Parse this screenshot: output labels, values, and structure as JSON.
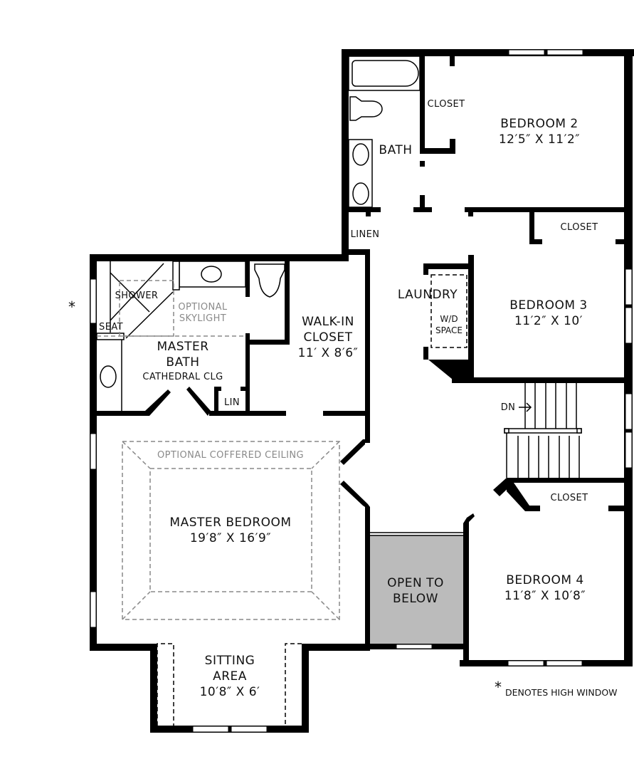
{
  "plan": {
    "rooms": {
      "bedroom2": {
        "name": "BEDROOM 2",
        "size": "12′5″ X 11′2″"
      },
      "bedroom3": {
        "name": "BEDROOM 3",
        "size": "11′2″ X 10′"
      },
      "bedroom4": {
        "name": "BEDROOM 4",
        "size": "11′8″ X 10′8″"
      },
      "master_bedroom": {
        "name": "MASTER BEDROOM",
        "size": "19′8″ X 16′9″"
      },
      "master_bath": {
        "line1": "MASTER",
        "line2": "BATH",
        "note": "CATHEDRAL CLG"
      },
      "walk_in_closet": {
        "line1": "WALK-IN",
        "line2": "CLOSET",
        "size": "11′ X 8′6″"
      },
      "sitting_area": {
        "line1": "SITTING",
        "line2": "AREA",
        "size": "10′8″ X 6′"
      },
      "open_to_below": {
        "line1": "OPEN TO",
        "line2": "BELOW"
      },
      "bath": {
        "name": "BATH"
      },
      "laundry": {
        "name": "LAUNDRY"
      },
      "linen": {
        "name": "LINEN"
      },
      "lin": {
        "name": "LIN"
      },
      "shower": {
        "name": "SHOWER"
      },
      "seat": {
        "name": "SEAT"
      },
      "closet_b2": {
        "name": "CLOSET"
      },
      "closet_b3": {
        "name": "CLOSET"
      },
      "closet_b4": {
        "name": "CLOSET"
      }
    },
    "annotations": {
      "skylight_line1": "OPTIONAL",
      "skylight_line2": "SKYLIGHT",
      "coffered": "OPTIONAL COFFERED CEILING",
      "wd_line1": "W/D",
      "wd_line2": "SPACE",
      "stairs_dn": "DN",
      "high_window_mark": "*",
      "legend_mark": "*",
      "legend_text": "DENOTES HIGH WINDOW"
    },
    "colors": {
      "wall": "#000000",
      "open_to_below_fill": "#bbbbbb",
      "optional_dashed": "#888888"
    }
  }
}
